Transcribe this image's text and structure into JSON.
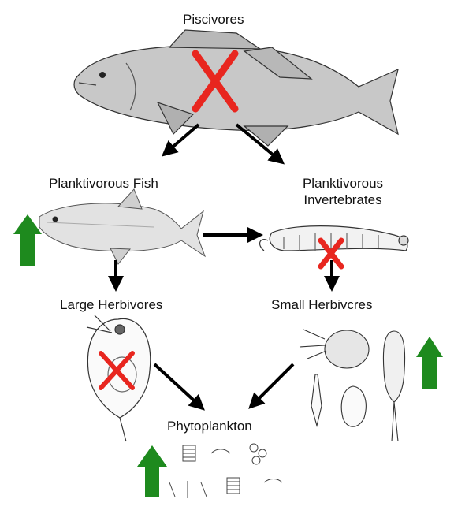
{
  "nodes": {
    "piscivores": {
      "label": "Piscivores"
    },
    "planktivorous_fish": {
      "label": "Planktivorous Fish",
      "change": "increase"
    },
    "planktivorous_invertebrates": {
      "label_line1": "Planktivorous",
      "label_line2": "Invertebrates",
      "change": "removed"
    },
    "large_herbivores": {
      "label": "Large Herbivores",
      "change": "removed"
    },
    "small_herbivores": {
      "label": "Small Herbivcres",
      "change": "increase"
    },
    "phytoplankton": {
      "label": "Phytoplankton",
      "change": "increase"
    }
  },
  "edges": [
    {
      "from": "piscivores",
      "to": "planktivorous_fish"
    },
    {
      "from": "piscivores",
      "to": "planktivorous_invertebrates"
    },
    {
      "from": "planktivorous_fish",
      "to": "planktivorous_invertebrates"
    },
    {
      "from": "planktivorous_fish",
      "to": "large_herbivores"
    },
    {
      "from": "planktivorous_invertebrates",
      "to": "small_herbivores"
    },
    {
      "from": "large_herbivores",
      "to": "phytoplankton"
    },
    {
      "from": "small_herbivores",
      "to": "phytoplankton"
    }
  ],
  "colors": {
    "increase_arrow": "#1e8a1e",
    "removed_mark": "#e8261f",
    "arrow": "#000000"
  },
  "icons": {
    "increase": "up-arrow-icon",
    "removed": "x-mark-icon"
  }
}
